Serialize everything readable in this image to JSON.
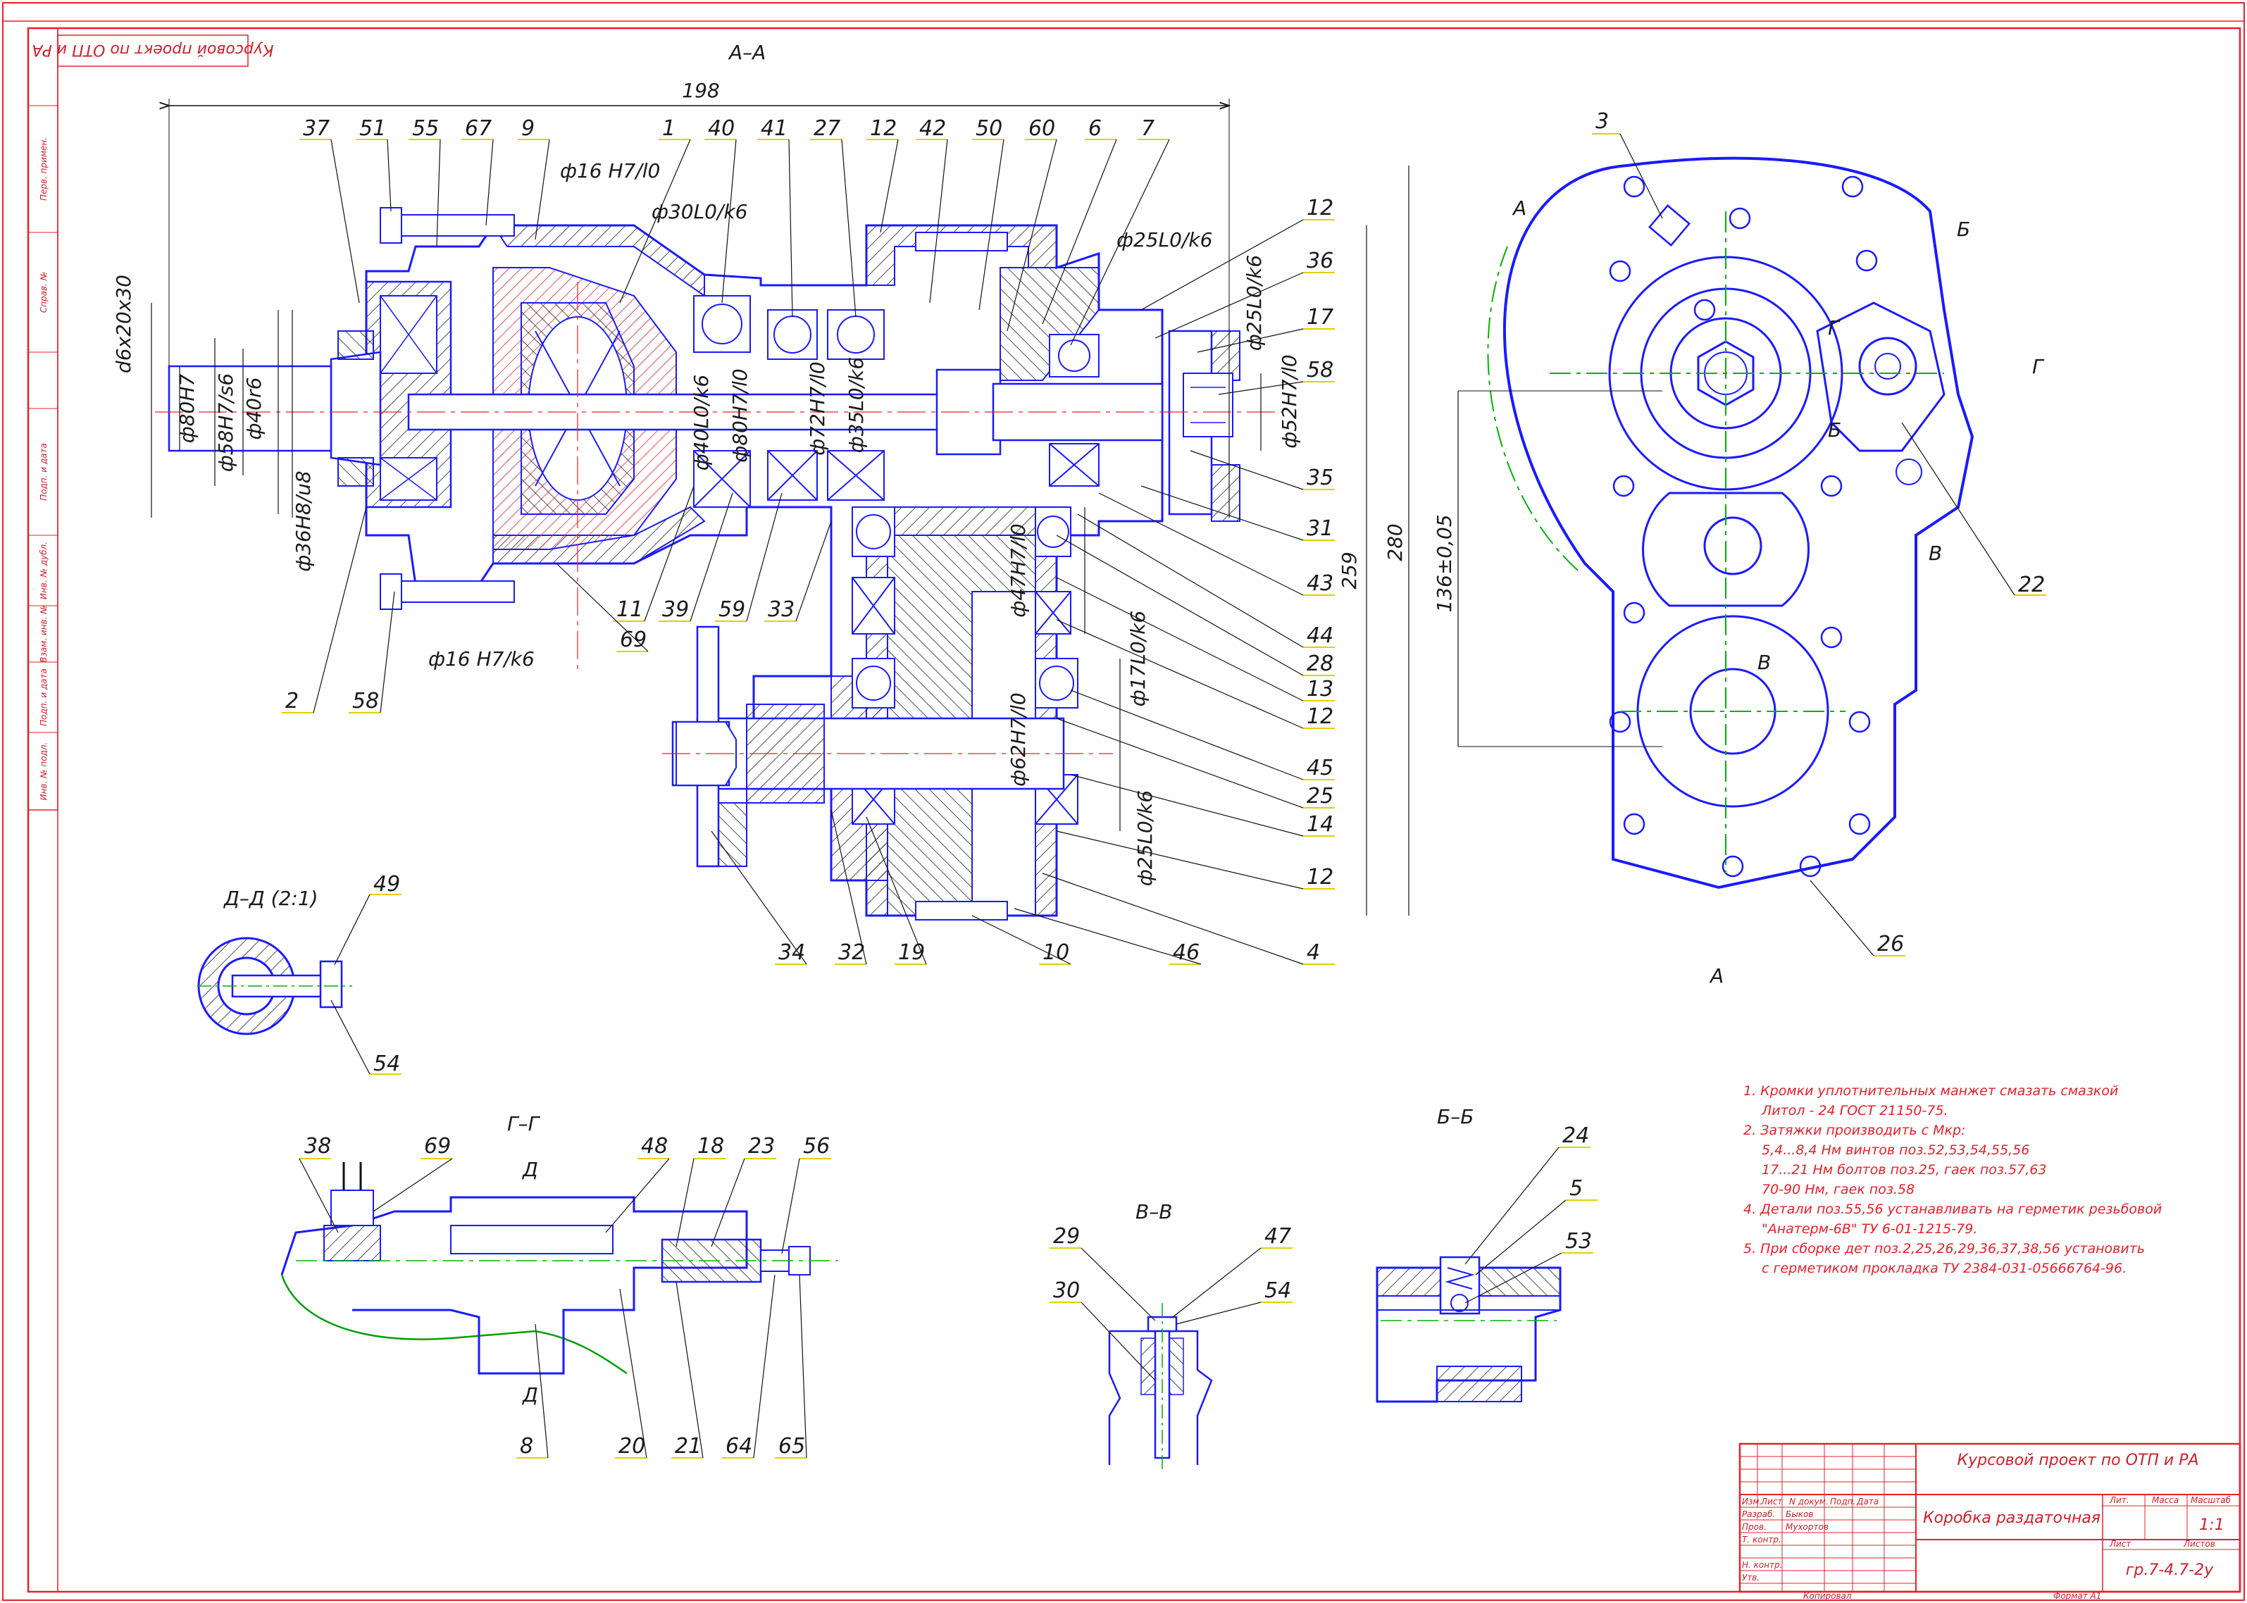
{
  "sheet": {
    "frame_note": "Курсовой проект по ОТП и РА",
    "bottom_copy": "Копировал",
    "bottom_format": "Формат А1",
    "side_fields": [
      "Перв. примен.",
      "Справ. №",
      "Подп. и дата",
      "Инв. № дубл.",
      "Взам. инв. №",
      "Подп. и дата",
      "Инв. № подл."
    ]
  },
  "views": {
    "section_aa": "А–А",
    "section_dd": "Д–Д (2:1)",
    "section_gg": "Г–Г",
    "section_vv": "В–В",
    "section_bb": "Б–Б",
    "cut_a": "А",
    "cut_b": "Б",
    "cut_v": "В",
    "cut_g": "Г",
    "cut_d": "Д"
  },
  "dimensions": {
    "d_top": "198",
    "d_spline": "d6x20x30",
    "d_80H7": "ф80H7",
    "d_58H7s6": "ф58H7/s6",
    "d_40r6": "ф40r6",
    "d_36H8u8": "ф36H8/u8",
    "d_16H7l0_top": "ф16 H7/l0",
    "d_30l0k6": "ф30L0/k6",
    "d_40l0k6": "ф40L0/k6",
    "d_80H7l0": "ф80H7/l0",
    "d_72H7l0": "ф72H7/l0",
    "d_35l0k6": "ф35L0/k6",
    "d_25l0k6_top": "ф25L0/k6",
    "d_25l0k6_r": "ф25L0/k6",
    "d_52H7l0": "ф52H7/l0",
    "d_16H7k6": "ф16 H7/k6",
    "d_47H7l0": "ф47H7/l0",
    "d_17l0k6": "ф17L0/k6",
    "d_62H7l0": "ф62H7/l0",
    "d_25l0k6_bot": "ф25L0/k6",
    "d_259": "259",
    "d_280": "280",
    "d_center": "136±0,05"
  },
  "positions": {
    "top_row": [
      "37",
      "51",
      "55",
      "67",
      "9",
      "1",
      "40",
      "41",
      "27",
      "12",
      "42",
      "50",
      "60",
      "6",
      "7"
    ],
    "right_col": [
      "12",
      "36",
      "17",
      "58",
      "35",
      "31",
      "43",
      "44",
      "28",
      "13",
      "12",
      "45",
      "25",
      "14",
      "12",
      "4"
    ],
    "bottom_row": [
      "2",
      "58",
      "11",
      "39",
      "59",
      "33",
      "69",
      "34",
      "32",
      "19",
      "10",
      "46"
    ],
    "gg_top": [
      "38",
      "69",
      "48",
      "18",
      "23",
      "56"
    ],
    "gg_bottom": [
      "8",
      "20",
      "21",
      "64",
      "65"
    ],
    "dd": [
      "49",
      "54"
    ],
    "vv": [
      "29",
      "30",
      "47",
      "54"
    ],
    "bb": [
      "24",
      "5",
      "53"
    ],
    "side_view": [
      "3",
      "22",
      "26"
    ]
  },
  "notes": [
    "1. Кромки уплотнительных манжет смазать смазкой",
    "Литол - 24 ГОСТ 21150-75.",
    "2. Затяжки производить с Mкр:",
    "5,4...8,4 Нм  винтов поз.52,53,54,55,56",
    "17...21 Нм  болтов поз.25, гаек поз.57,63",
    "70-90 Нм, гаек поз.58",
    "4. Детали поз.55,56 устанавливать на герметик резьбовой",
    "\"Анатерм-6В\" ТУ 6-01-1215-79.",
    "5. При сборке дет поз.2,25,26,29,36,37,38,56 установить",
    "с герметиком прокладка ТУ 2384-031-05666764-96."
  ],
  "title_block": {
    "project": "Курсовой проект по ОТП и РА",
    "name": "Коробка раздаточная",
    "doc_code": "гр.7-4.7-2у",
    "scale": "1:1",
    "headers": [
      "Лит.",
      "Масса",
      "Масштаб"
    ],
    "sheet_label": "Лист",
    "sheets_label": "Листов",
    "roles": [
      "Изм.",
      "Лист",
      "N докум.",
      "Подп.",
      "Дата"
    ],
    "people": [
      {
        "role": "Разраб.",
        "name": "Быков"
      },
      {
        "role": "Пров.",
        "name": "Мухортов"
      },
      {
        "role": "Т. контр.",
        "name": ""
      },
      {
        "role": "Н. контр.",
        "name": ""
      },
      {
        "role": "Утв.",
        "name": ""
      }
    ]
  },
  "colors": {
    "frame": "#e8202a",
    "outline": "#1a1aff",
    "hatch": "#1a1a1a",
    "section_hatch": "#e8202a",
    "axis": "#00b400",
    "dim": "#111111",
    "leader_mark": "#f0e000"
  }
}
